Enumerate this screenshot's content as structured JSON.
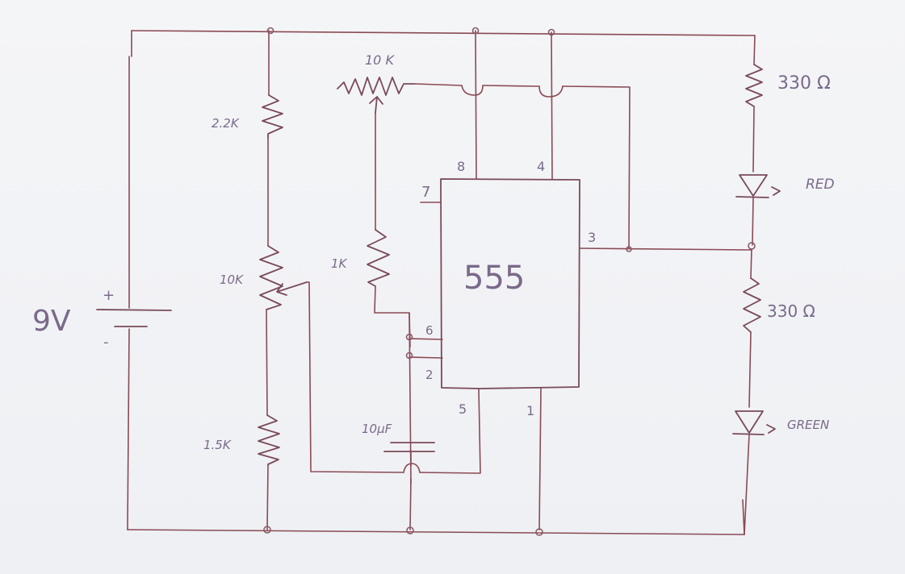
{
  "diagram": {
    "type": "hand-drawn circuit schematic",
    "title": "555 timer alternating LED flasher",
    "ink_color": "#8a4a55",
    "label_color": "#7a6a8a"
  },
  "battery": {
    "label": "9V",
    "plus": "+",
    "minus": "-"
  },
  "resistors": {
    "r1": {
      "label": "2.2K"
    },
    "pot_divider": {
      "label": "10K"
    },
    "r2": {
      "label": "1.5K"
    },
    "pot_timing": {
      "label": "10 K"
    },
    "r3": {
      "label": "1K"
    },
    "r_red": {
      "label": "330 Ω"
    },
    "r_green": {
      "label": "330 Ω"
    }
  },
  "capacitor": {
    "label": "10µF"
  },
  "ic": {
    "label": "555",
    "pins": {
      "p8": "8",
      "p4": "4",
      "p7": "7",
      "p3": "3",
      "p6": "6",
      "p2": "2",
      "p5": "5",
      "p1": "1"
    }
  },
  "leds": {
    "red": {
      "label": "RED",
      "color": "red"
    },
    "green": {
      "label": "GREEN",
      "color": "green"
    }
  },
  "connections": [
    {
      "from": "battery+",
      "to": "top-rail"
    },
    {
      "from": "battery-",
      "to": "bottom-rail"
    },
    {
      "from": "top-rail",
      "to": "2.2K → 10K pot → 1.5K → bottom-rail"
    },
    {
      "from": "10K pot wiper",
      "to": "555 pin 5"
    },
    {
      "from": "top-rail",
      "to": "555 pin 8"
    },
    {
      "from": "top-rail",
      "to": "555 pin 4"
    },
    {
      "from": "555 pin 3",
      "to": "10K timing pot → 1K → pins 6/2"
    },
    {
      "from": "pins 6/2",
      "to": "10µF → bottom-rail"
    },
    {
      "from": "555 pin 1",
      "to": "bottom-rail"
    },
    {
      "from": "top-rail",
      "to": "330 Ω → RED LED → pin 3 node → 330 Ω → GREEN LED → bottom-rail"
    }
  ]
}
